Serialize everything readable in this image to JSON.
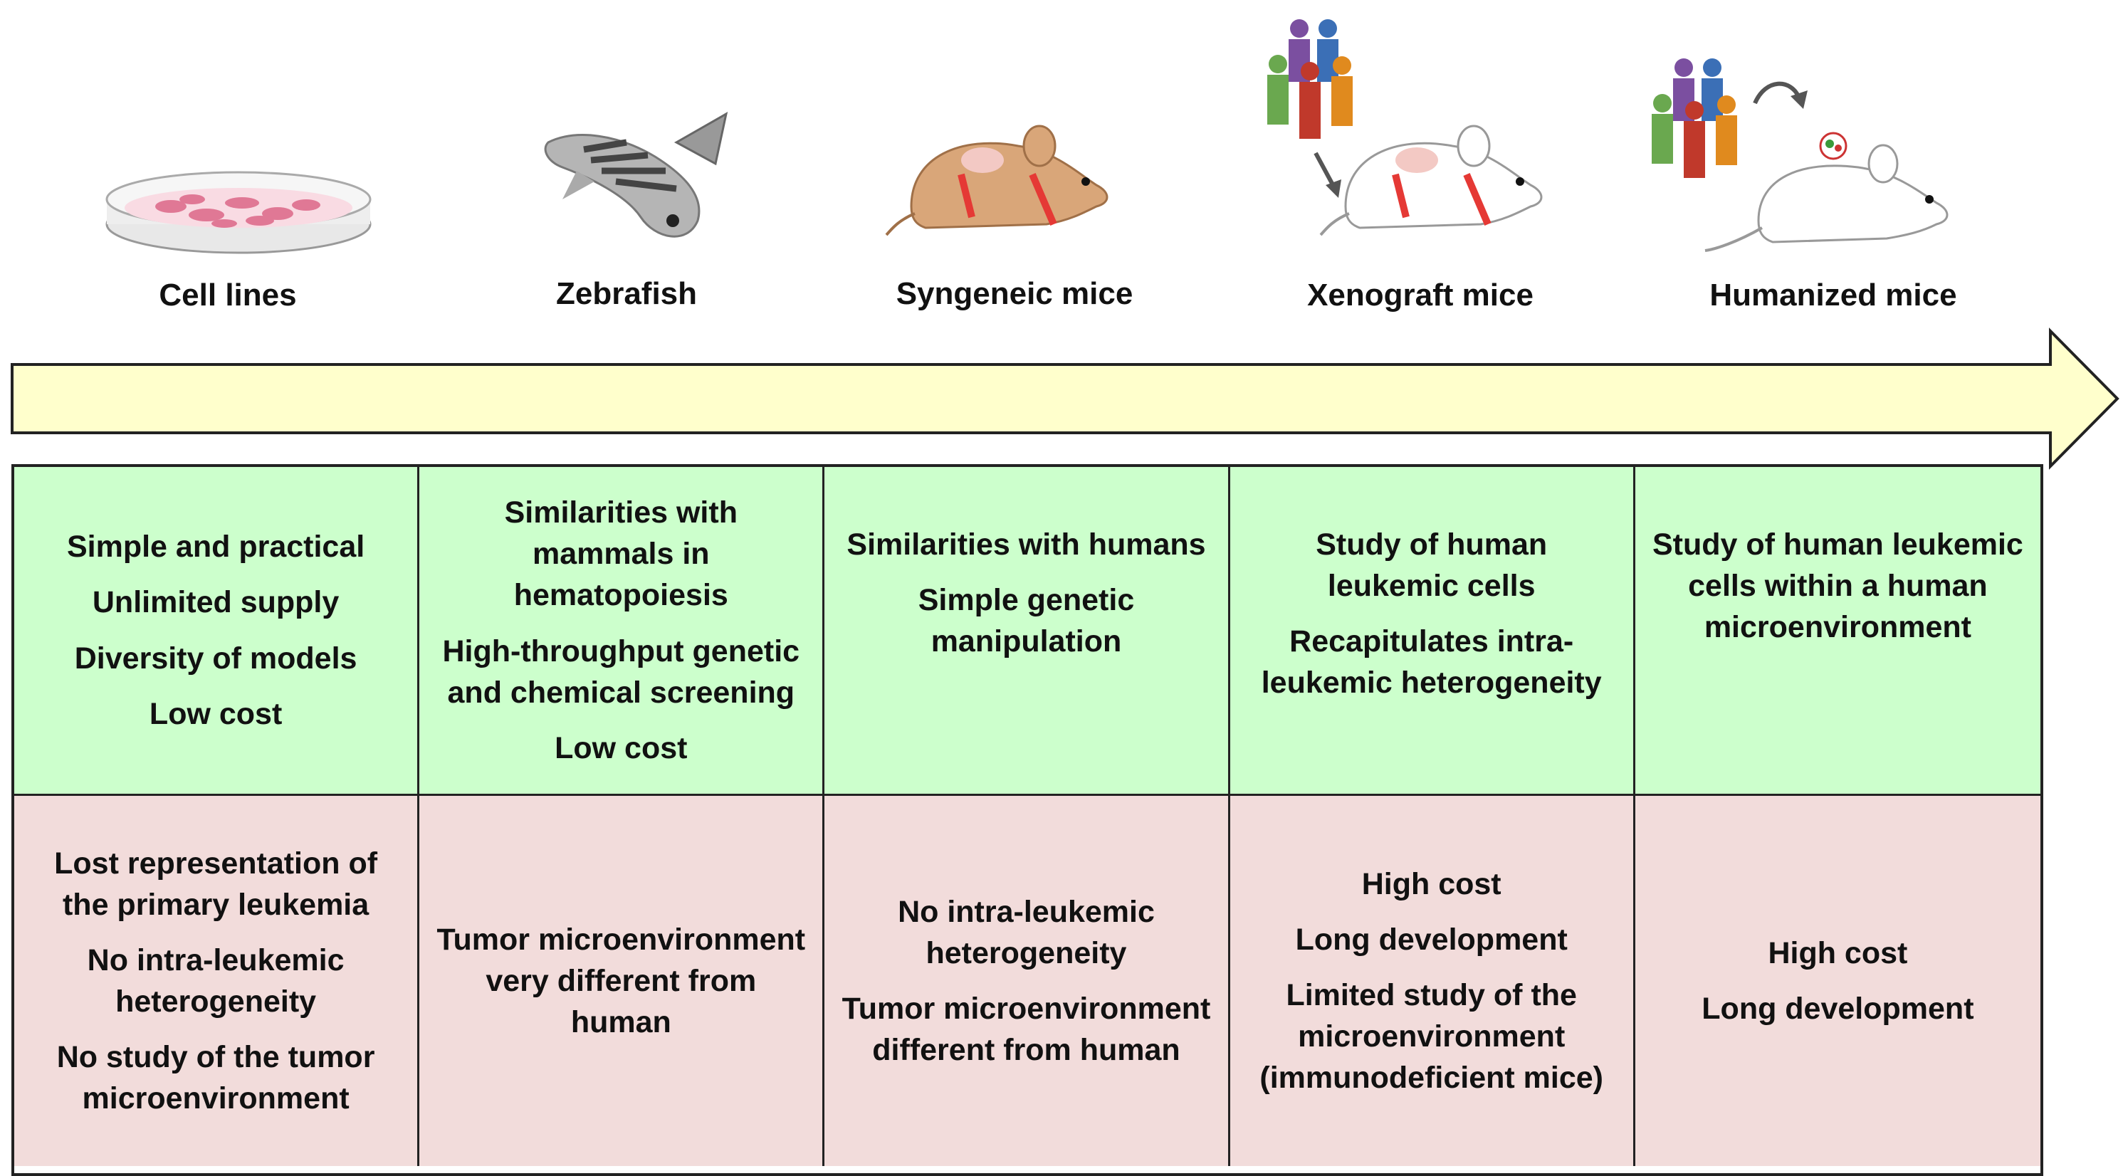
{
  "models": [
    {
      "name": "Cell lines",
      "advantages": [
        "Simple and practical",
        "Unlimited supply",
        "Diversity of models",
        "Low cost"
      ],
      "disadvantages": [
        "Lost representation of the primary leukemia",
        "No intra-leukemic heterogeneity",
        "No study of the tumor microenvironment"
      ]
    },
    {
      "name": "Zebrafish",
      "advantages": [
        "Similarities with mammals in hematopoiesis",
        "High-throughput genetic and chemical screening",
        "Low cost"
      ],
      "disadvantages": [
        "Tumor microenvironment very different from human"
      ]
    },
    {
      "name": "Syngeneic mice",
      "advantages": [
        "Similarities with humans",
        "Simple genetic manipulation"
      ],
      "disadvantages": [
        "No intra-leukemic heterogeneity",
        "Tumor microenvironment different from human"
      ]
    },
    {
      "name": "Xenograft mice",
      "advantages": [
        "Study of human leukemic cells",
        "Recapitulates intra-leukemic heterogeneity"
      ],
      "disadvantages": [
        "High cost",
        "Long development",
        "Limited study of the microenvironment (immunodeficient mice)"
      ]
    },
    {
      "name": "Humanized mice",
      "advantages": [
        "Study of human leukemic cells within a human microenvironment"
      ],
      "disadvantages": [
        "High cost",
        "Long development"
      ]
    }
  ],
  "colors": {
    "arrow_fill": "#ffffcc",
    "advantage_bg": "#ccffcc",
    "disadvantage_bg": "#f2dcdb",
    "border": "#222222"
  },
  "icons": [
    "petri-dish-icon",
    "zebrafish-icon",
    "mouse-icon",
    "human-donors-icon",
    "transplant-arrow-icon"
  ]
}
